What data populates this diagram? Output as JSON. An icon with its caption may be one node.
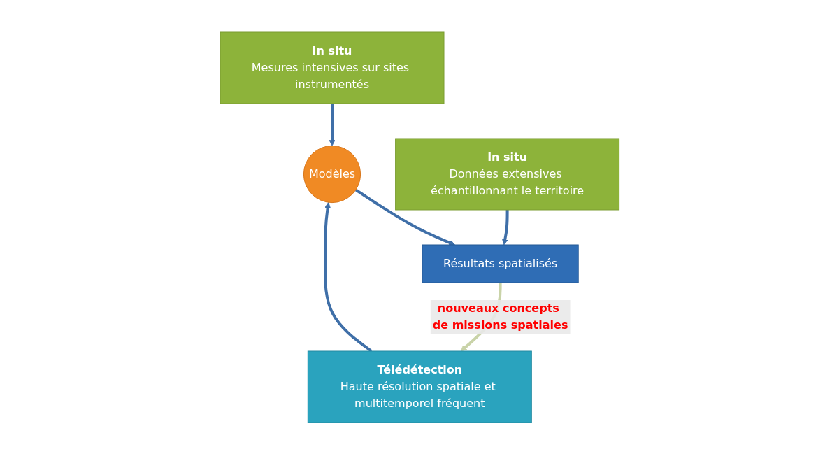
{
  "diagram": {
    "nodes": [
      {
        "text": [
          "In situ",
          "Mesures intensives sur sites instrumentés"
        ]
      },
      {
        "text": [
          "Télédétection",
          "Haute résolution spatiale et multitemporel fréquent"
        ]
      },
      {
        "text": [
          "Modèles"
        ]
      },
      {
        "text": [
          "In situ",
          "Données extensives échantillonnant le territoire"
        ]
      },
      {
        "text": [
          "Résultats spatialisés"
        ]
      }
    ],
    "edges": [
      {
        "from": 0,
        "to": 2,
        "arrow": "to"
      },
      {
        "from": 1,
        "to": 2,
        "arrow": "to"
      },
      {
        "from": 2,
        "to": 4,
        "arrow": "to"
      },
      {
        "from": 3,
        "to": 4,
        "arrow": "to"
      },
      {
        "from": 4,
        "to": 1,
        "arrow": "to",
        "color": "#c9d3a8",
        "label": "nouveaux concepts de missions spatiales"
      }
    ]
  }
}
